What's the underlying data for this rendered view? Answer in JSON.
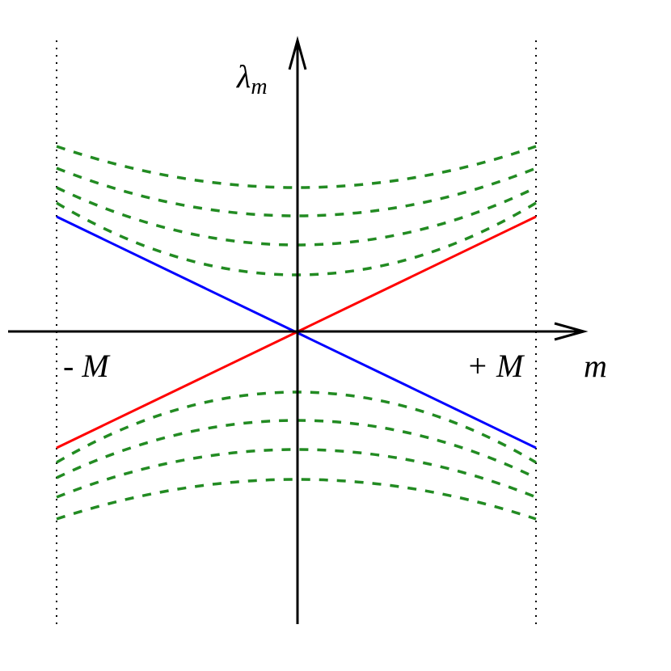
{
  "labels": {
    "y_axis_symbol": "λ",
    "y_axis_subscript": "m",
    "x_axis": "m",
    "left_bound": "- M",
    "right_bound": "+ M"
  },
  "colors": {
    "axes": "#000000",
    "increasing_line": "#ff0000",
    "decreasing_line": "#0000ff",
    "dashed_curves": "#228b22",
    "boundary_dotted": "#000000"
  }
}
